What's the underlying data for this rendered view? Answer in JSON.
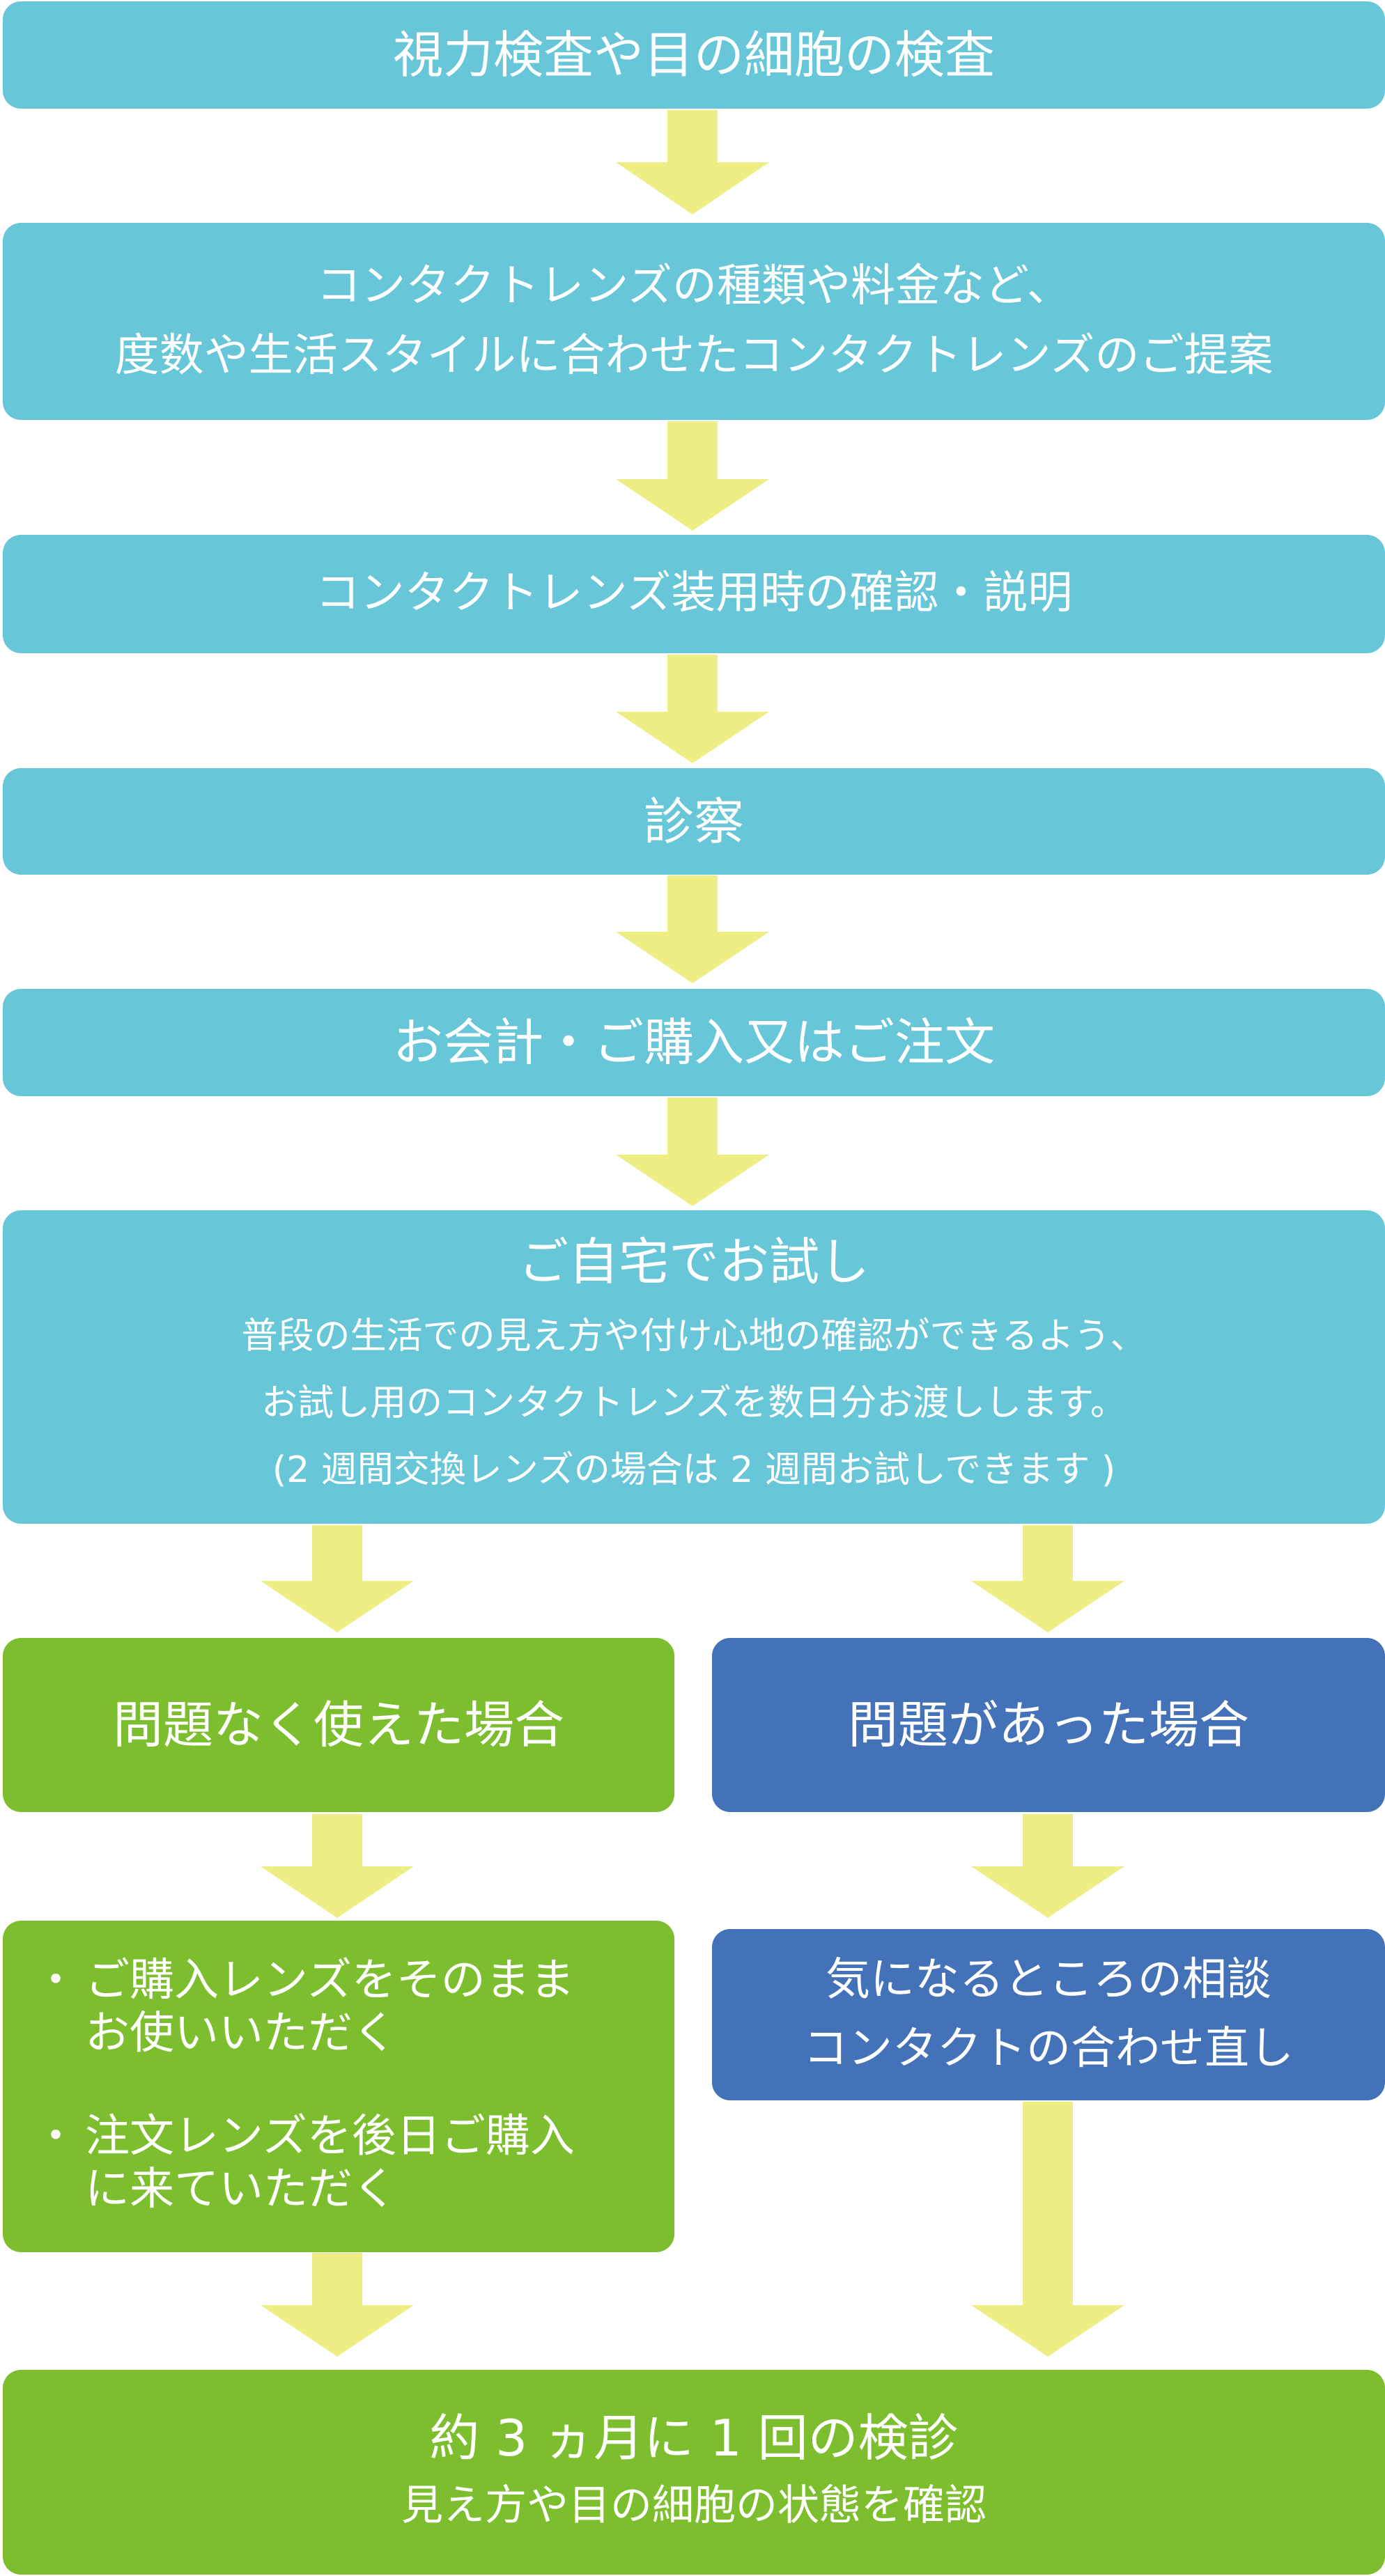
{
  "flow": {
    "step1": "視力検査や目の細胞の検査",
    "step2_line1": "コンタクトレンズの種類や料金など、",
    "step2_line2": "度数や生活スタイルに合わせたコンタクトレンズのご提案",
    "step3": "コンタクトレンズ装用時の確認・説明",
    "step4": "診察",
    "step5": "お会計・ご購入又はご注文",
    "step6_title": "ご自宅でお試し",
    "step6_line1": "普段の生活での見え方や付け心地の確認ができるよう、",
    "step6_line2": "お試し用のコンタクトレンズを数日分お渡しします。",
    "step6_line3": "(2 週間交換レンズの場合は 2 週間お試しできます )",
    "ok_case": "問題なく使えた場合",
    "problem_case": "問題があった場合",
    "ok_bullet_mark": "・",
    "ok_bullet1_line1": "ご購入レンズをそのまま",
    "ok_bullet1_line2": "お使いいただく",
    "ok_bullet2_line1": "注文レンズを後日ご購入",
    "ok_bullet2_line2": "に来ていただく",
    "problem_action_line1": "気になるところの相談",
    "problem_action_line2": "コンタクトの合わせ直し",
    "final_title": "約 3 ヵ月に 1 回の検診",
    "final_sub": "見え方や目の細胞の状態を確認"
  },
  "colors": {
    "teal": "#67C6D8",
    "green": "#7DBE2E",
    "blue": "#4472B8",
    "arrow": "#EDEF84"
  }
}
